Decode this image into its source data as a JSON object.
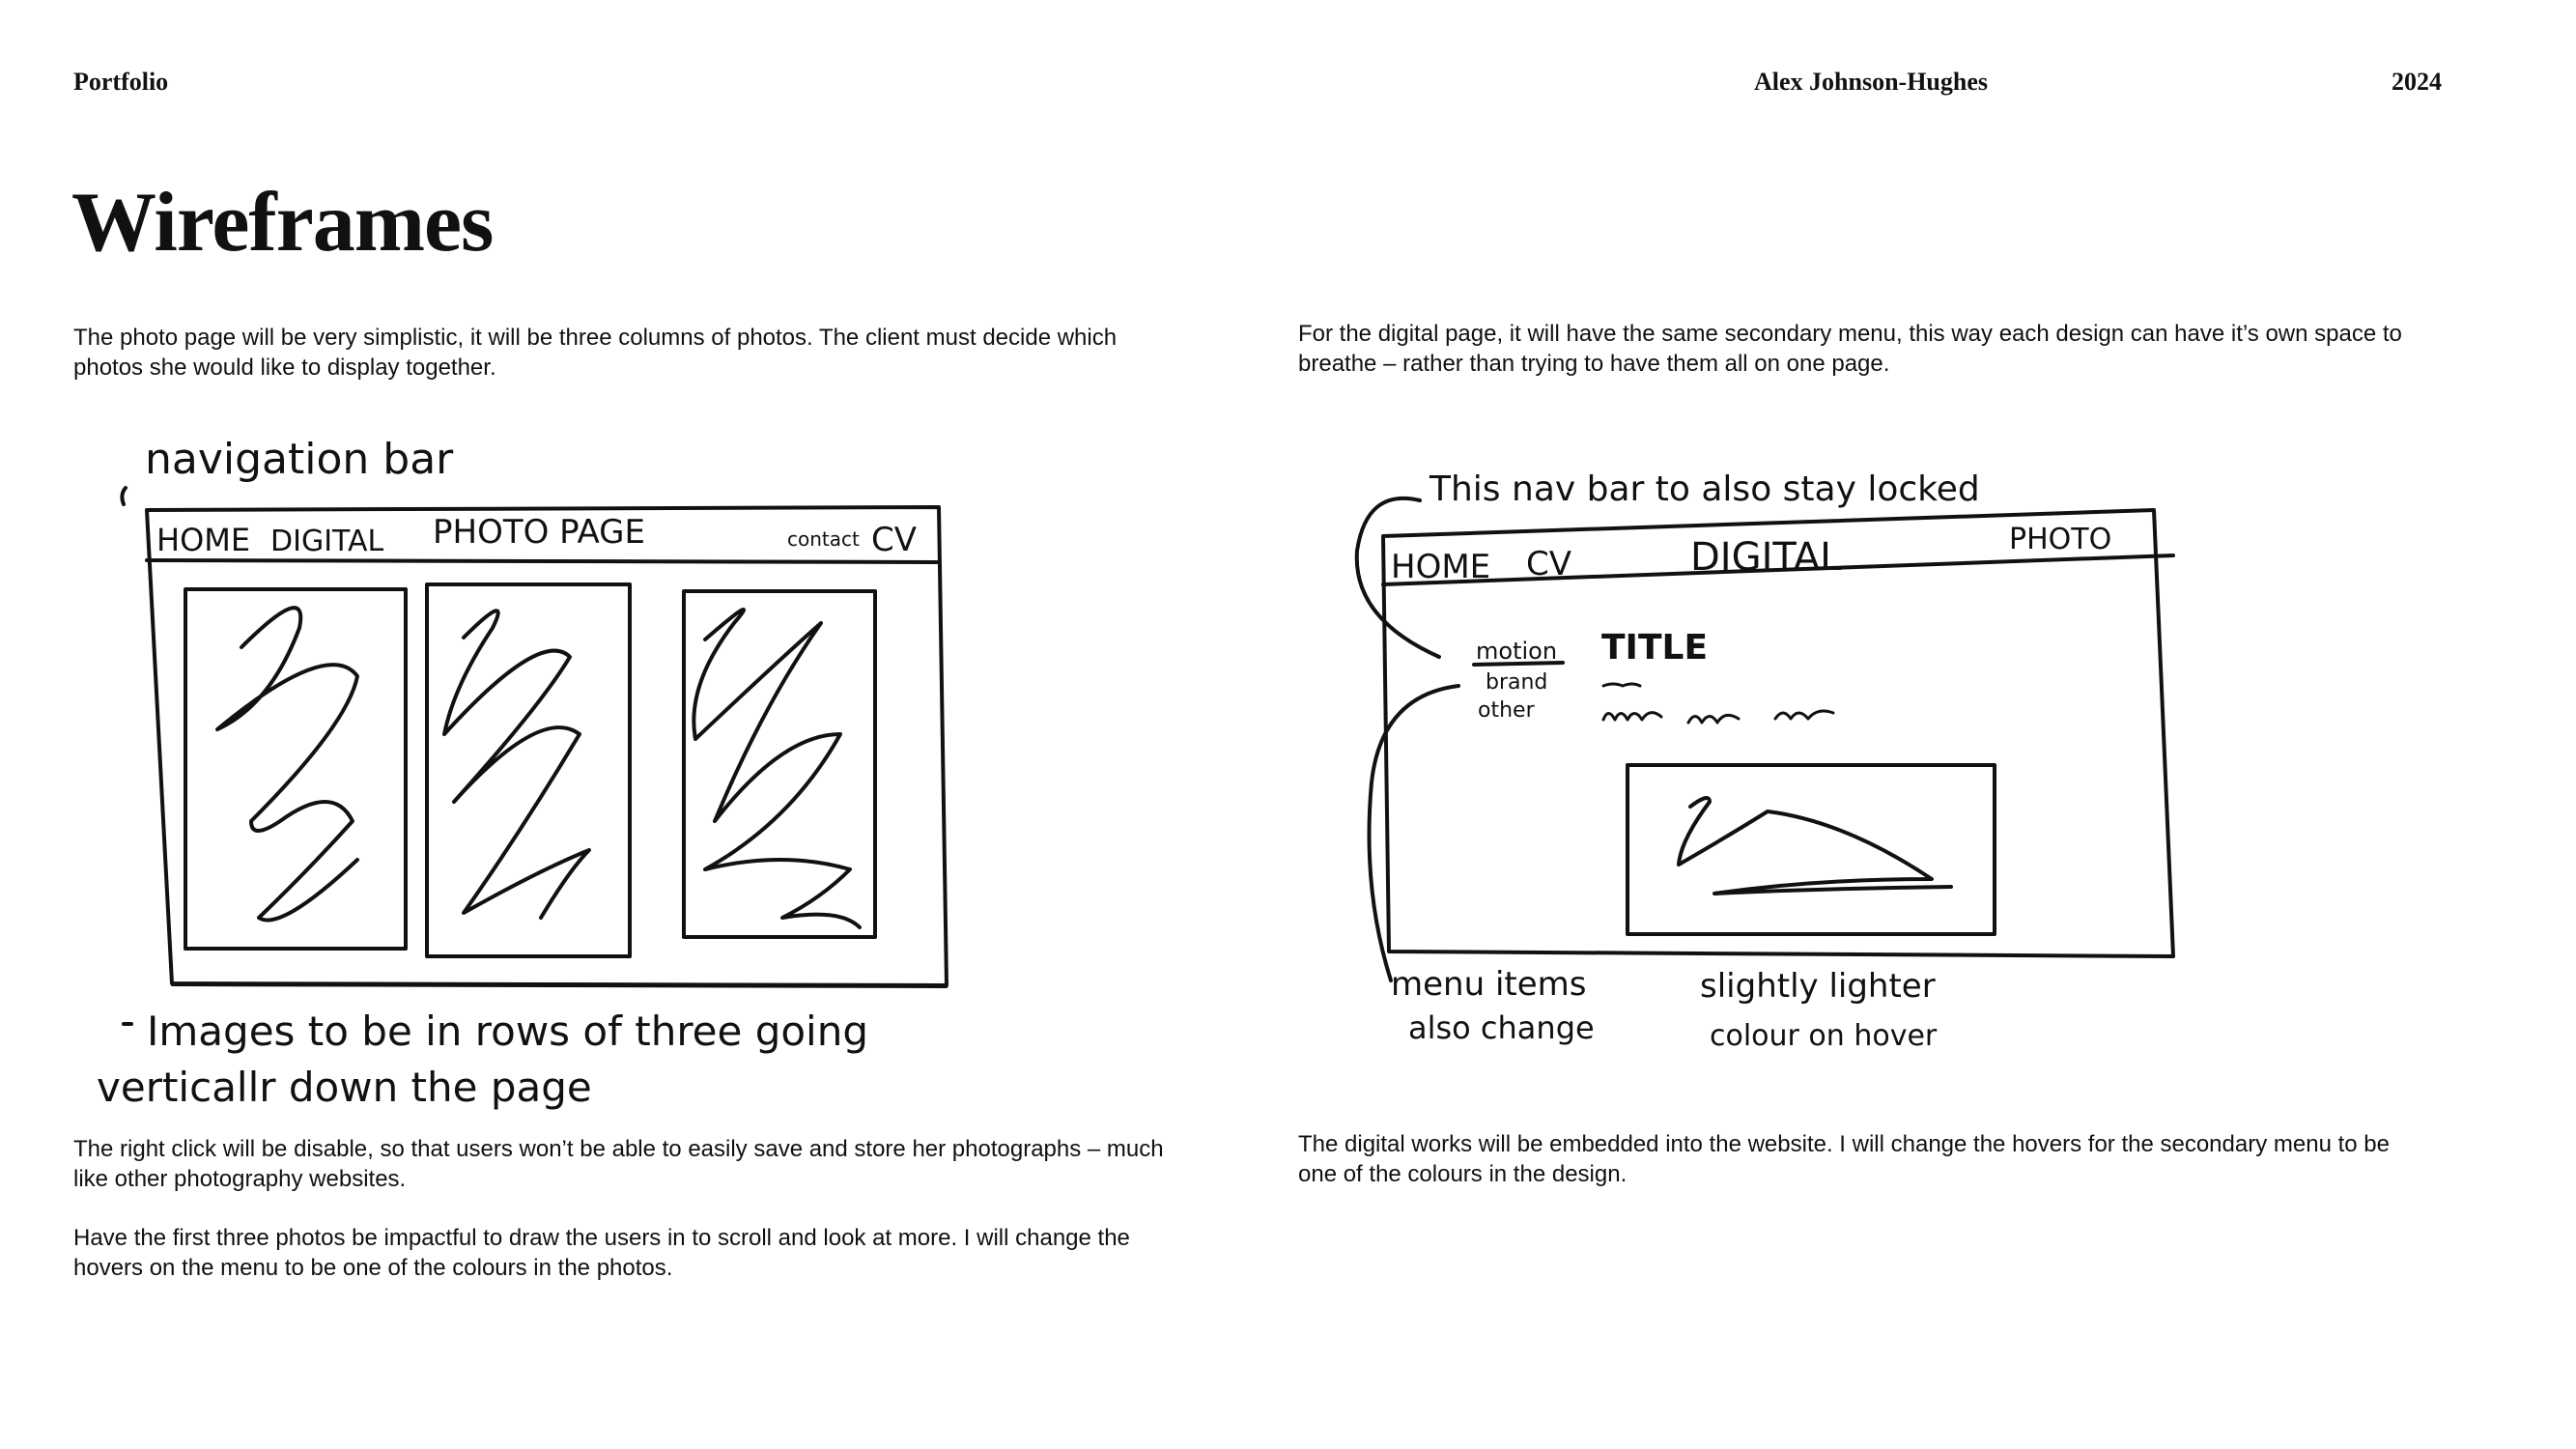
{
  "header": {
    "left": "Portfolio",
    "center": "Alex Johnson-Hughes",
    "right": "2024"
  },
  "title": "Wireframes",
  "left_column": {
    "intro": "The photo page will be very simplistic, it will be three columns of photos. The client must decide which photos she would like to display together.",
    "note_1": "The right click will be disable, so that users won’t be able to easily save and store her photographs – much like other photography websites.",
    "note_2": "Have the first three photos be impactful to draw the users in to scroll and look at more. I will change the hovers on the menu to be one of the colours in the photos.",
    "sketch": {
      "annotation_top": "navigation bar",
      "nav_home": "HOME",
      "nav_digital": "DIGITAL",
      "nav_title": "PHOTO PAGE",
      "nav_contact": "contact",
      "nav_cv": "CV",
      "annotation_bottom_1": "Images to be in rows of three going",
      "annotation_bottom_2": "verticallr down the page"
    }
  },
  "right_column": {
    "intro": "For the digital page, it will have the same secondary menu, this way each design can have it’s own space to breathe – rather than trying to have them all on one page.",
    "note": "The digital works will be embedded into the website. I will change the hovers for the secondary menu to be one of the colours in the design.",
    "sketch": {
      "annotation_top": "This nav bar to also stay locked",
      "nav_home": "HOME",
      "nav_cv": "CV",
      "nav_title": "DIGITAL",
      "nav_photo": "PHOTO",
      "menu_motion": "motion",
      "menu_brand": "brand",
      "menu_other": "other",
      "content_title": "TITLE",
      "annotation_bottom_1a": "menu items",
      "annotation_bottom_1b": "slightly lighter",
      "annotation_bottom_2a": "also change",
      "annotation_bottom_2b": "colour on hover"
    }
  }
}
